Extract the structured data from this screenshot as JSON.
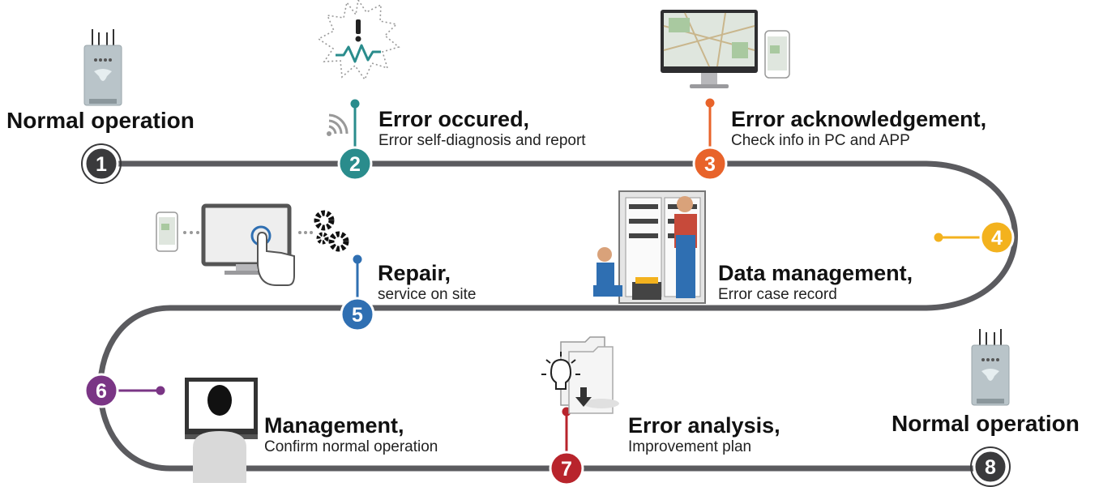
{
  "steps": [
    {
      "num": "1",
      "title": "Normal operation",
      "subtitle": ""
    },
    {
      "num": "2",
      "title": "Error occured,",
      "subtitle": "Error self-diagnosis and report"
    },
    {
      "num": "3",
      "title": "Error acknowledgement,",
      "subtitle": "Check info in PC and APP"
    },
    {
      "num": "4",
      "title": "Data management,",
      "subtitle": "Error case record"
    },
    {
      "num": "5",
      "title": "Repair,",
      "subtitle": "service on site"
    },
    {
      "num": "6",
      "title": "Management,",
      "subtitle": "Confirm normal operation"
    },
    {
      "num": "7",
      "title": "Error analysis,",
      "subtitle": "Improvement plan"
    },
    {
      "num": "8",
      "title": "Normal operation",
      "subtitle": ""
    }
  ],
  "colors": {
    "path": "#5b5b5f",
    "step1": "#3a3a3c",
    "step2": "#2a8c8c",
    "step3": "#e8632a",
    "step4": "#f3b21e",
    "step5": "#2f6fb2",
    "step6": "#7a3585",
    "step7": "#b8242c",
    "step8": "#3a3a3c"
  },
  "icons": [
    "device-icon",
    "alert-burst-icon",
    "wifi-icon",
    "monitor-map-icon",
    "phone-icon",
    "technicians-icon",
    "monitor-touch-icon",
    "gears-icon",
    "folder-idea-icon",
    "user-monitor-icon"
  ]
}
